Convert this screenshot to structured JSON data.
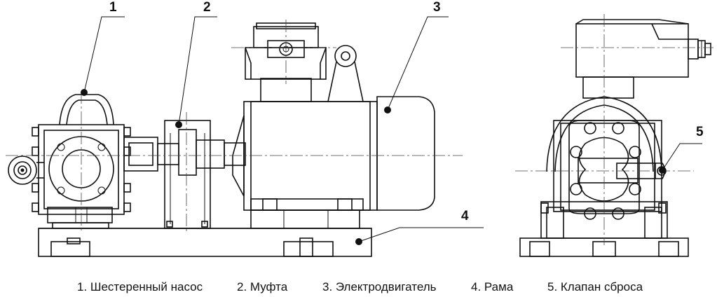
{
  "callouts": [
    {
      "number": "1"
    },
    {
      "number": "2"
    },
    {
      "number": "3"
    },
    {
      "number": "4"
    },
    {
      "number": "5"
    }
  ],
  "legend": [
    {
      "text": "1. Шестеренный насос"
    },
    {
      "text": "2. Муфта"
    },
    {
      "text": "3. Электродвигатель"
    },
    {
      "text": "4. Рама"
    },
    {
      "text": "5. Клапан сброса"
    }
  ]
}
